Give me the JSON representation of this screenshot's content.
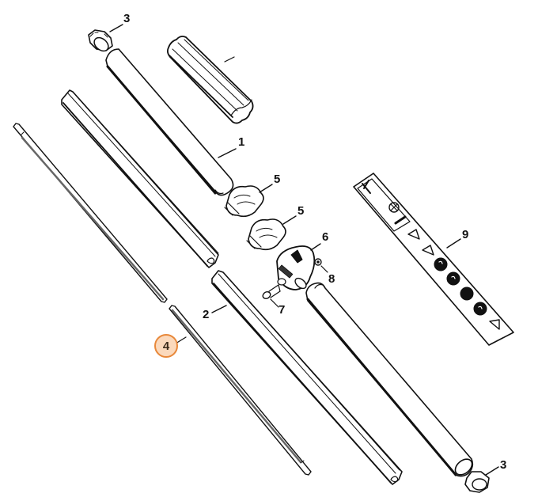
{
  "diagram": {
    "title": "Shaft assembly exploded parts view",
    "highlight_color": "#e8883a",
    "highlight_fill": "#fbd9bc",
    "line_color": "#111111",
    "parts": [
      {
        "id": "cap-top",
        "callout": "3",
        "description": "end cap (top)"
      },
      {
        "id": "fluted-sleeve",
        "callout": "",
        "description": "fluted sleeve (label not visible)"
      },
      {
        "id": "tube",
        "callout": "1",
        "description": "shaft tube"
      },
      {
        "id": "liner",
        "callout": "2",
        "description": "grooved liner"
      },
      {
        "id": "drive-shaft",
        "callout": "4",
        "description": "drive shaft (highlighted)",
        "highlighted": true
      },
      {
        "id": "clamp-a",
        "callout": "5",
        "description": "clamp"
      },
      {
        "id": "clamp-b",
        "callout": "5",
        "description": "clamp"
      },
      {
        "id": "handle-bracket",
        "callout": "6",
        "description": "handle bracket"
      },
      {
        "id": "screw",
        "callout": "7",
        "description": "screw"
      },
      {
        "id": "nut",
        "callout": "8",
        "description": "nut"
      },
      {
        "id": "warning-label",
        "callout": "9",
        "description": "warning label strip"
      },
      {
        "id": "cap-bottom",
        "callout": "3",
        "description": "end cap (bottom)"
      }
    ]
  },
  "callouts": {
    "c3_top": "3",
    "c1": "1",
    "c5_a": "5",
    "c5_b": "5",
    "c6": "6",
    "c8": "8",
    "c7": "7",
    "c9": "9",
    "c2": "2",
    "c4": "4",
    "c3_bottom": "3"
  }
}
